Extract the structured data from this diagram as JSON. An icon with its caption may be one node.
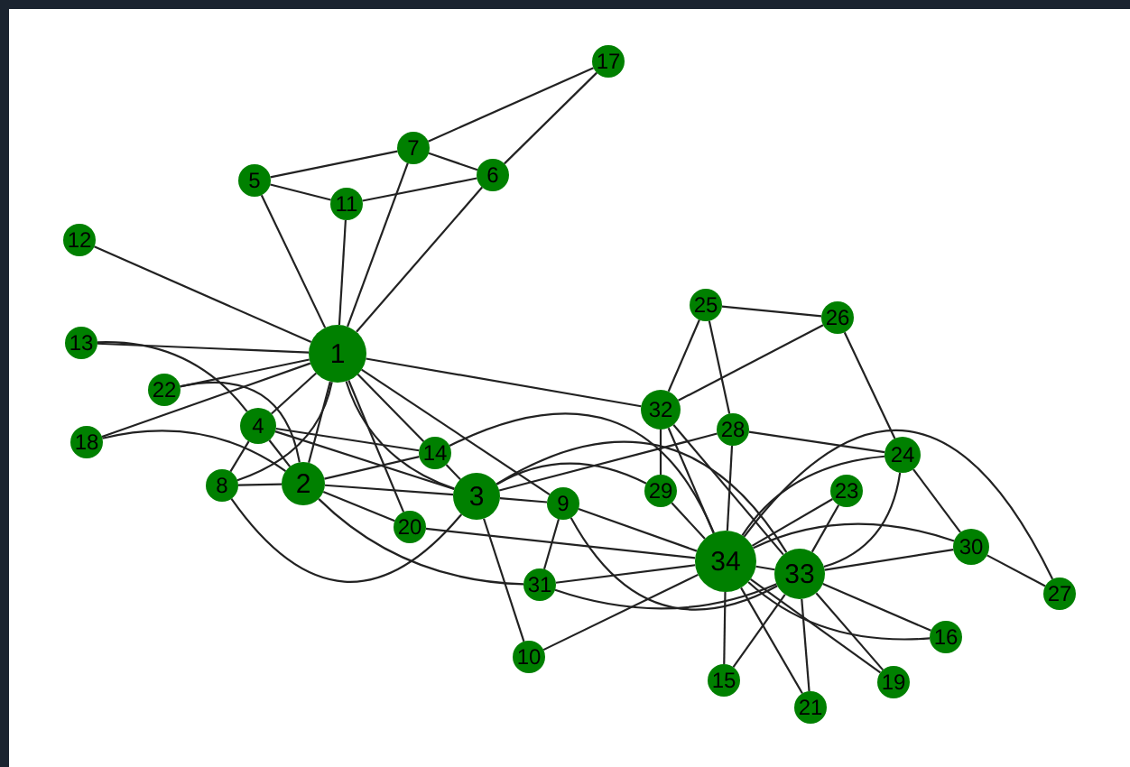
{
  "diagram": {
    "nodes": [
      {
        "text": [
          "1"
        ]
      },
      {
        "text": [
          "2"
        ]
      },
      {
        "text": [
          "3"
        ]
      },
      {
        "text": [
          "4"
        ]
      },
      {
        "text": [
          "5"
        ]
      },
      {
        "text": [
          "6"
        ]
      },
      {
        "text": [
          "7"
        ]
      },
      {
        "text": [
          "8"
        ]
      },
      {
        "text": [
          "9"
        ]
      },
      {
        "text": [
          "10"
        ]
      },
      {
        "text": [
          "11"
        ]
      },
      {
        "text": [
          "12"
        ]
      },
      {
        "text": [
          "13"
        ]
      },
      {
        "text": [
          "14"
        ]
      },
      {
        "text": [
          "15"
        ]
      },
      {
        "text": [
          "16"
        ]
      },
      {
        "text": [
          "17"
        ]
      },
      {
        "text": [
          "18"
        ]
      },
      {
        "text": [
          "19"
        ]
      },
      {
        "text": [
          "20"
        ]
      },
      {
        "text": [
          "21"
        ]
      },
      {
        "text": [
          "22"
        ]
      },
      {
        "text": [
          "23"
        ]
      },
      {
        "text": [
          "24"
        ]
      },
      {
        "text": [
          "25"
        ]
      },
      {
        "text": [
          "26"
        ]
      },
      {
        "text": [
          "27"
        ]
      },
      {
        "text": [
          "28"
        ]
      },
      {
        "text": [
          "29"
        ]
      },
      {
        "text": [
          "30"
        ]
      },
      {
        "text": [
          "31"
        ]
      },
      {
        "text": [
          "32"
        ]
      },
      {
        "text": [
          "33"
        ]
      },
      {
        "text": [
          "34"
        ]
      }
    ],
    "edges": [
      {
        "from": 0,
        "to": 1,
        "arrow": "none"
      },
      {
        "from": 0,
        "to": 2,
        "arrow": "none"
      },
      {
        "from": 0,
        "to": 3,
        "arrow": "none"
      },
      {
        "from": 0,
        "to": 4,
        "arrow": "none"
      },
      {
        "from": 0,
        "to": 5,
        "arrow": "none"
      },
      {
        "from": 0,
        "to": 6,
        "arrow": "none"
      },
      {
        "from": 0,
        "to": 7,
        "arrow": "none"
      },
      {
        "from": 0,
        "to": 8,
        "arrow": "none"
      },
      {
        "from": 0,
        "to": 10,
        "arrow": "none"
      },
      {
        "from": 0,
        "to": 11,
        "arrow": "none"
      },
      {
        "from": 0,
        "to": 12,
        "arrow": "none"
      },
      {
        "from": 0,
        "to": 13,
        "arrow": "none"
      },
      {
        "from": 0,
        "to": 17,
        "arrow": "none"
      },
      {
        "from": 0,
        "to": 19,
        "arrow": "none"
      },
      {
        "from": 0,
        "to": 21,
        "arrow": "none"
      },
      {
        "from": 0,
        "to": 31,
        "arrow": "none"
      },
      {
        "from": 1,
        "to": 2,
        "arrow": "none"
      },
      {
        "from": 1,
        "to": 3,
        "arrow": "none"
      },
      {
        "from": 1,
        "to": 7,
        "arrow": "none"
      },
      {
        "from": 1,
        "to": 13,
        "arrow": "none"
      },
      {
        "from": 1,
        "to": 17,
        "arrow": "none"
      },
      {
        "from": 1,
        "to": 19,
        "arrow": "none"
      },
      {
        "from": 1,
        "to": 21,
        "arrow": "none"
      },
      {
        "from": 1,
        "to": 30,
        "arrow": "none"
      },
      {
        "from": 2,
        "to": 3,
        "arrow": "none"
      },
      {
        "from": 2,
        "to": 7,
        "arrow": "none"
      },
      {
        "from": 2,
        "to": 8,
        "arrow": "none"
      },
      {
        "from": 2,
        "to": 9,
        "arrow": "none"
      },
      {
        "from": 2,
        "to": 13,
        "arrow": "none"
      },
      {
        "from": 2,
        "to": 27,
        "arrow": "none"
      },
      {
        "from": 2,
        "to": 28,
        "arrow": "none"
      },
      {
        "from": 2,
        "to": 32,
        "arrow": "none"
      },
      {
        "from": 3,
        "to": 7,
        "arrow": "none"
      },
      {
        "from": 3,
        "to": 12,
        "arrow": "none"
      },
      {
        "from": 3,
        "to": 13,
        "arrow": "none"
      },
      {
        "from": 4,
        "to": 6,
        "arrow": "none"
      },
      {
        "from": 4,
        "to": 10,
        "arrow": "none"
      },
      {
        "from": 5,
        "to": 6,
        "arrow": "none"
      },
      {
        "from": 5,
        "to": 10,
        "arrow": "none"
      },
      {
        "from": 5,
        "to": 16,
        "arrow": "none"
      },
      {
        "from": 6,
        "to": 16,
        "arrow": "none"
      },
      {
        "from": 8,
        "to": 30,
        "arrow": "none"
      },
      {
        "from": 8,
        "to": 32,
        "arrow": "none"
      },
      {
        "from": 8,
        "to": 33,
        "arrow": "none"
      },
      {
        "from": 9,
        "to": 33,
        "arrow": "none"
      },
      {
        "from": 13,
        "to": 33,
        "arrow": "none"
      },
      {
        "from": 14,
        "to": 32,
        "arrow": "none"
      },
      {
        "from": 14,
        "to": 33,
        "arrow": "none"
      },
      {
        "from": 15,
        "to": 32,
        "arrow": "none"
      },
      {
        "from": 15,
        "to": 33,
        "arrow": "none"
      },
      {
        "from": 18,
        "to": 32,
        "arrow": "none"
      },
      {
        "from": 18,
        "to": 33,
        "arrow": "none"
      },
      {
        "from": 19,
        "to": 33,
        "arrow": "none"
      },
      {
        "from": 20,
        "to": 32,
        "arrow": "none"
      },
      {
        "from": 20,
        "to": 33,
        "arrow": "none"
      },
      {
        "from": 22,
        "to": 32,
        "arrow": "none"
      },
      {
        "from": 22,
        "to": 33,
        "arrow": "none"
      },
      {
        "from": 23,
        "to": 25,
        "arrow": "none"
      },
      {
        "from": 23,
        "to": 27,
        "arrow": "none"
      },
      {
        "from": 23,
        "to": 29,
        "arrow": "none"
      },
      {
        "from": 23,
        "to": 32,
        "arrow": "none"
      },
      {
        "from": 23,
        "to": 33,
        "arrow": "none"
      },
      {
        "from": 24,
        "to": 25,
        "arrow": "none"
      },
      {
        "from": 24,
        "to": 27,
        "arrow": "none"
      },
      {
        "from": 24,
        "to": 31,
        "arrow": "none"
      },
      {
        "from": 25,
        "to": 31,
        "arrow": "none"
      },
      {
        "from": 26,
        "to": 29,
        "arrow": "none"
      },
      {
        "from": 26,
        "to": 33,
        "arrow": "none"
      },
      {
        "from": 27,
        "to": 33,
        "arrow": "none"
      },
      {
        "from": 28,
        "to": 31,
        "arrow": "none"
      },
      {
        "from": 28,
        "to": 33,
        "arrow": "none"
      },
      {
        "from": 29,
        "to": 32,
        "arrow": "none"
      },
      {
        "from": 29,
        "to": 33,
        "arrow": "none"
      },
      {
        "from": 30,
        "to": 32,
        "arrow": "none"
      },
      {
        "from": 30,
        "to": 33,
        "arrow": "none"
      },
      {
        "from": 31,
        "to": 32,
        "arrow": "none"
      },
      {
        "from": 31,
        "to": 33,
        "arrow": "none"
      },
      {
        "from": 32,
        "to": 33,
        "arrow": "none"
      }
    ]
  }
}
